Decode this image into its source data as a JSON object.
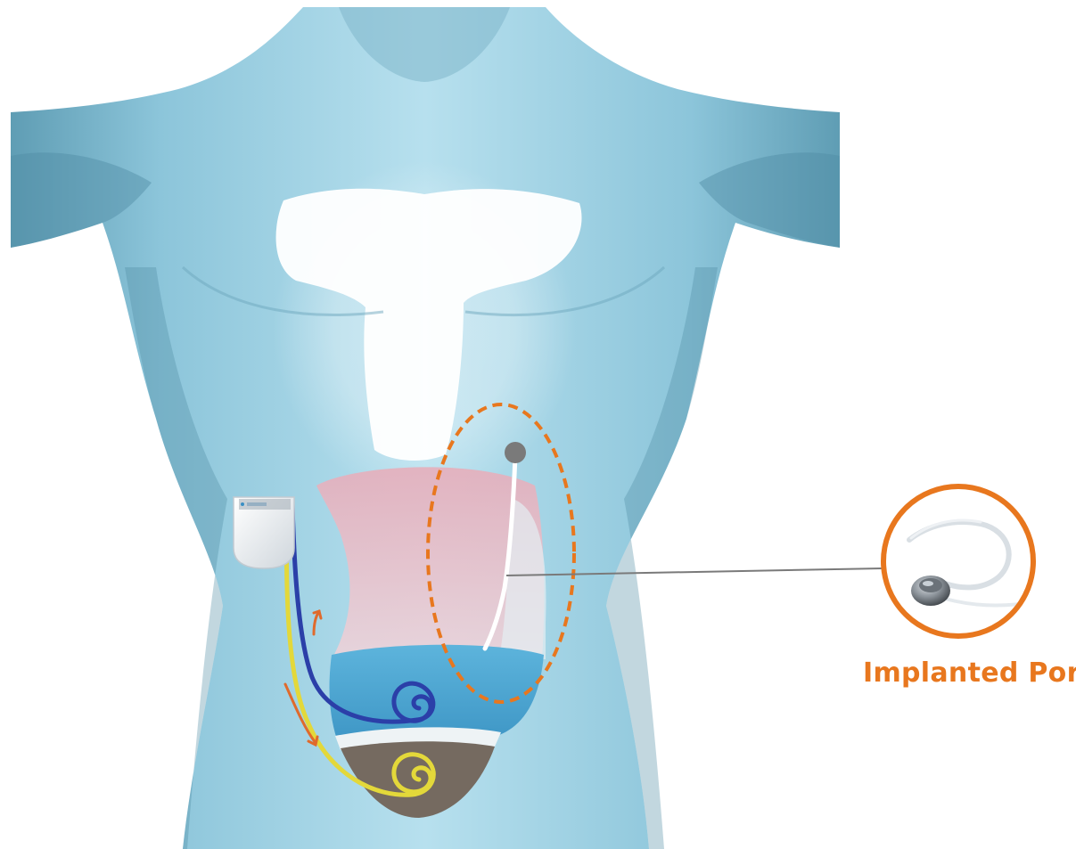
{
  "callout": {
    "label": "Implanted Port"
  },
  "colors": {
    "accent": "#E8771E",
    "skin": "#A9D6E5",
    "skin_shadow": "#5E98AE",
    "reservoir_top": "#E9B9C4",
    "reservoir_fluid": "#4FA8D2",
    "reservoir_base": "#756A60",
    "blue_catheter": "#2B3FA8",
    "yellow_catheter": "#E3D83A",
    "flow_arrow": "#E06A2C",
    "port_cap": "#7A7A7A"
  },
  "icons": {
    "pump": "implanted-pump-device",
    "port": "implanted-port-device",
    "flow": "flow-direction-arrows"
  }
}
